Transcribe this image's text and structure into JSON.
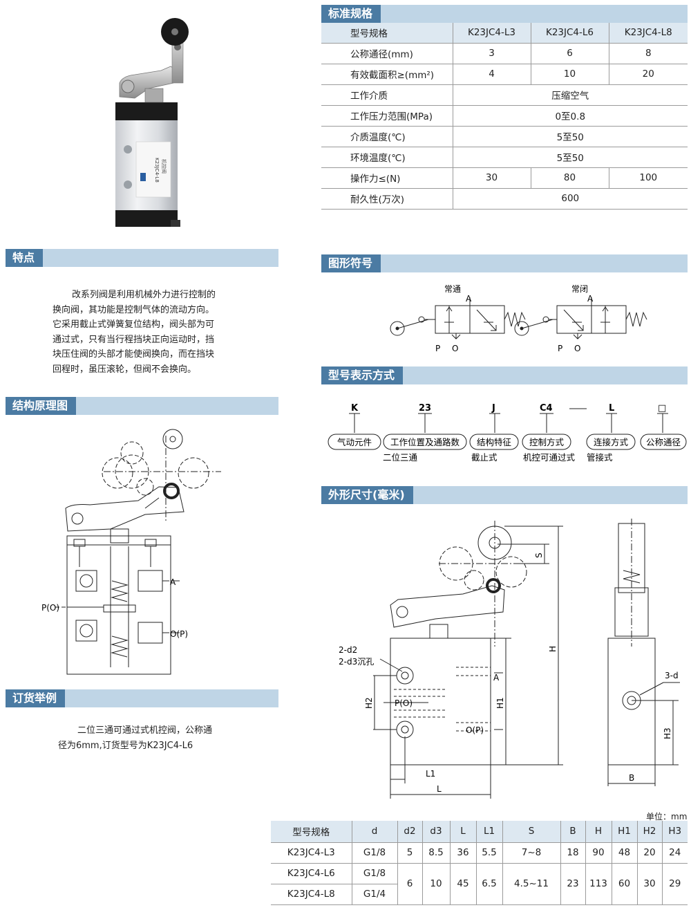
{
  "sections": {
    "spec": "标准规格",
    "features": "特点",
    "symbol": "图形符号",
    "structure": "结构原理图",
    "model_code": "型号表示方式",
    "dimensions": "外形尺寸(毫米)",
    "order": "订货举例"
  },
  "product_label": {
    "model": "K23JC4-L8",
    "name": "机控阀"
  },
  "spec_table": {
    "header": [
      "型号规格",
      "K23JC4-L3",
      "K23JC4-L6",
      "K23JC4-L8"
    ],
    "rows": [
      {
        "label": "公称通径(mm)",
        "v": [
          "3",
          "6",
          "8"
        ]
      },
      {
        "label": "有效截面积≥(mm²)",
        "v": [
          "4",
          "10",
          "20"
        ]
      },
      {
        "label": "工作介质",
        "all": "压缩空气"
      },
      {
        "label": "工作压力范围(MPa)",
        "all": "0至0.8"
      },
      {
        "label": "介质温度(℃)",
        "all": "5至50"
      },
      {
        "label": "环境温度(℃)",
        "all": "5至50"
      },
      {
        "label": "操作力≤(N)",
        "v": [
          "30",
          "80",
          "100"
        ]
      },
      {
        "label": "耐久性(万次)",
        "all": "600"
      }
    ]
  },
  "features_text": [
    "改系列阀是利用机械外力进行控制的",
    "换向阀，其功能是控制气体的流动方向。",
    "它采用截止式弹簧复位结构，阀头部为可",
    "通过式，只有当行程挡块正向运动时，挡",
    "块压住阀的头部才能使阀换向，而在挡块",
    "回程时，虽压滚轮，但阀不会换向。"
  ],
  "symbol": {
    "no_label": "常通",
    "nc_label": "常闭",
    "port_a": "A",
    "port_p": "P",
    "port_o": "O"
  },
  "model_code": {
    "codes": [
      "K",
      "23",
      "J",
      "C4",
      "L",
      "□"
    ],
    "names": [
      "气动元件",
      "工作位置及通路数",
      "结构特征",
      "控制方式",
      "连接方式",
      "公称通径"
    ],
    "notes": [
      "二位三通",
      "截止式",
      "机控可通过式",
      "管接式"
    ]
  },
  "structure_labels": {
    "a": "A",
    "p": "P(O)",
    "o": "O(P)"
  },
  "dim_labels": {
    "d2": "2-d2",
    "d3": "2-d3沉孔",
    "a": "A",
    "p": "P(O)",
    "o": "O(P)",
    "h": "H",
    "h1": "H1",
    "h2": "H2",
    "h3": "H3",
    "s": "S",
    "l": "L",
    "l1": "L1",
    "b": "B",
    "d": "3-d"
  },
  "order_text": [
    "二位三通可通过式机控阀，公称通",
    "径为6mm,订货型号为K23JC4-L6"
  ],
  "unit": "单位：mm",
  "dims_table": {
    "header": [
      "型号规格",
      "d",
      "d2",
      "d3",
      "L",
      "L1",
      "S",
      "B",
      "H",
      "H1",
      "H2",
      "H3"
    ],
    "models": [
      "K23JC4-L3",
      "K23JC4-L6",
      "K23JC4-L8"
    ],
    "d": [
      "G1/8",
      "G1/8",
      "G1/4"
    ],
    "row1": [
      "5",
      "8.5",
      "36",
      "5.5",
      "7~8",
      "18",
      "90",
      "48",
      "20",
      "24"
    ],
    "row23": [
      "6",
      "10",
      "45",
      "6.5",
      "4.5~11",
      "23",
      "113",
      "60",
      "30",
      "29"
    ]
  }
}
